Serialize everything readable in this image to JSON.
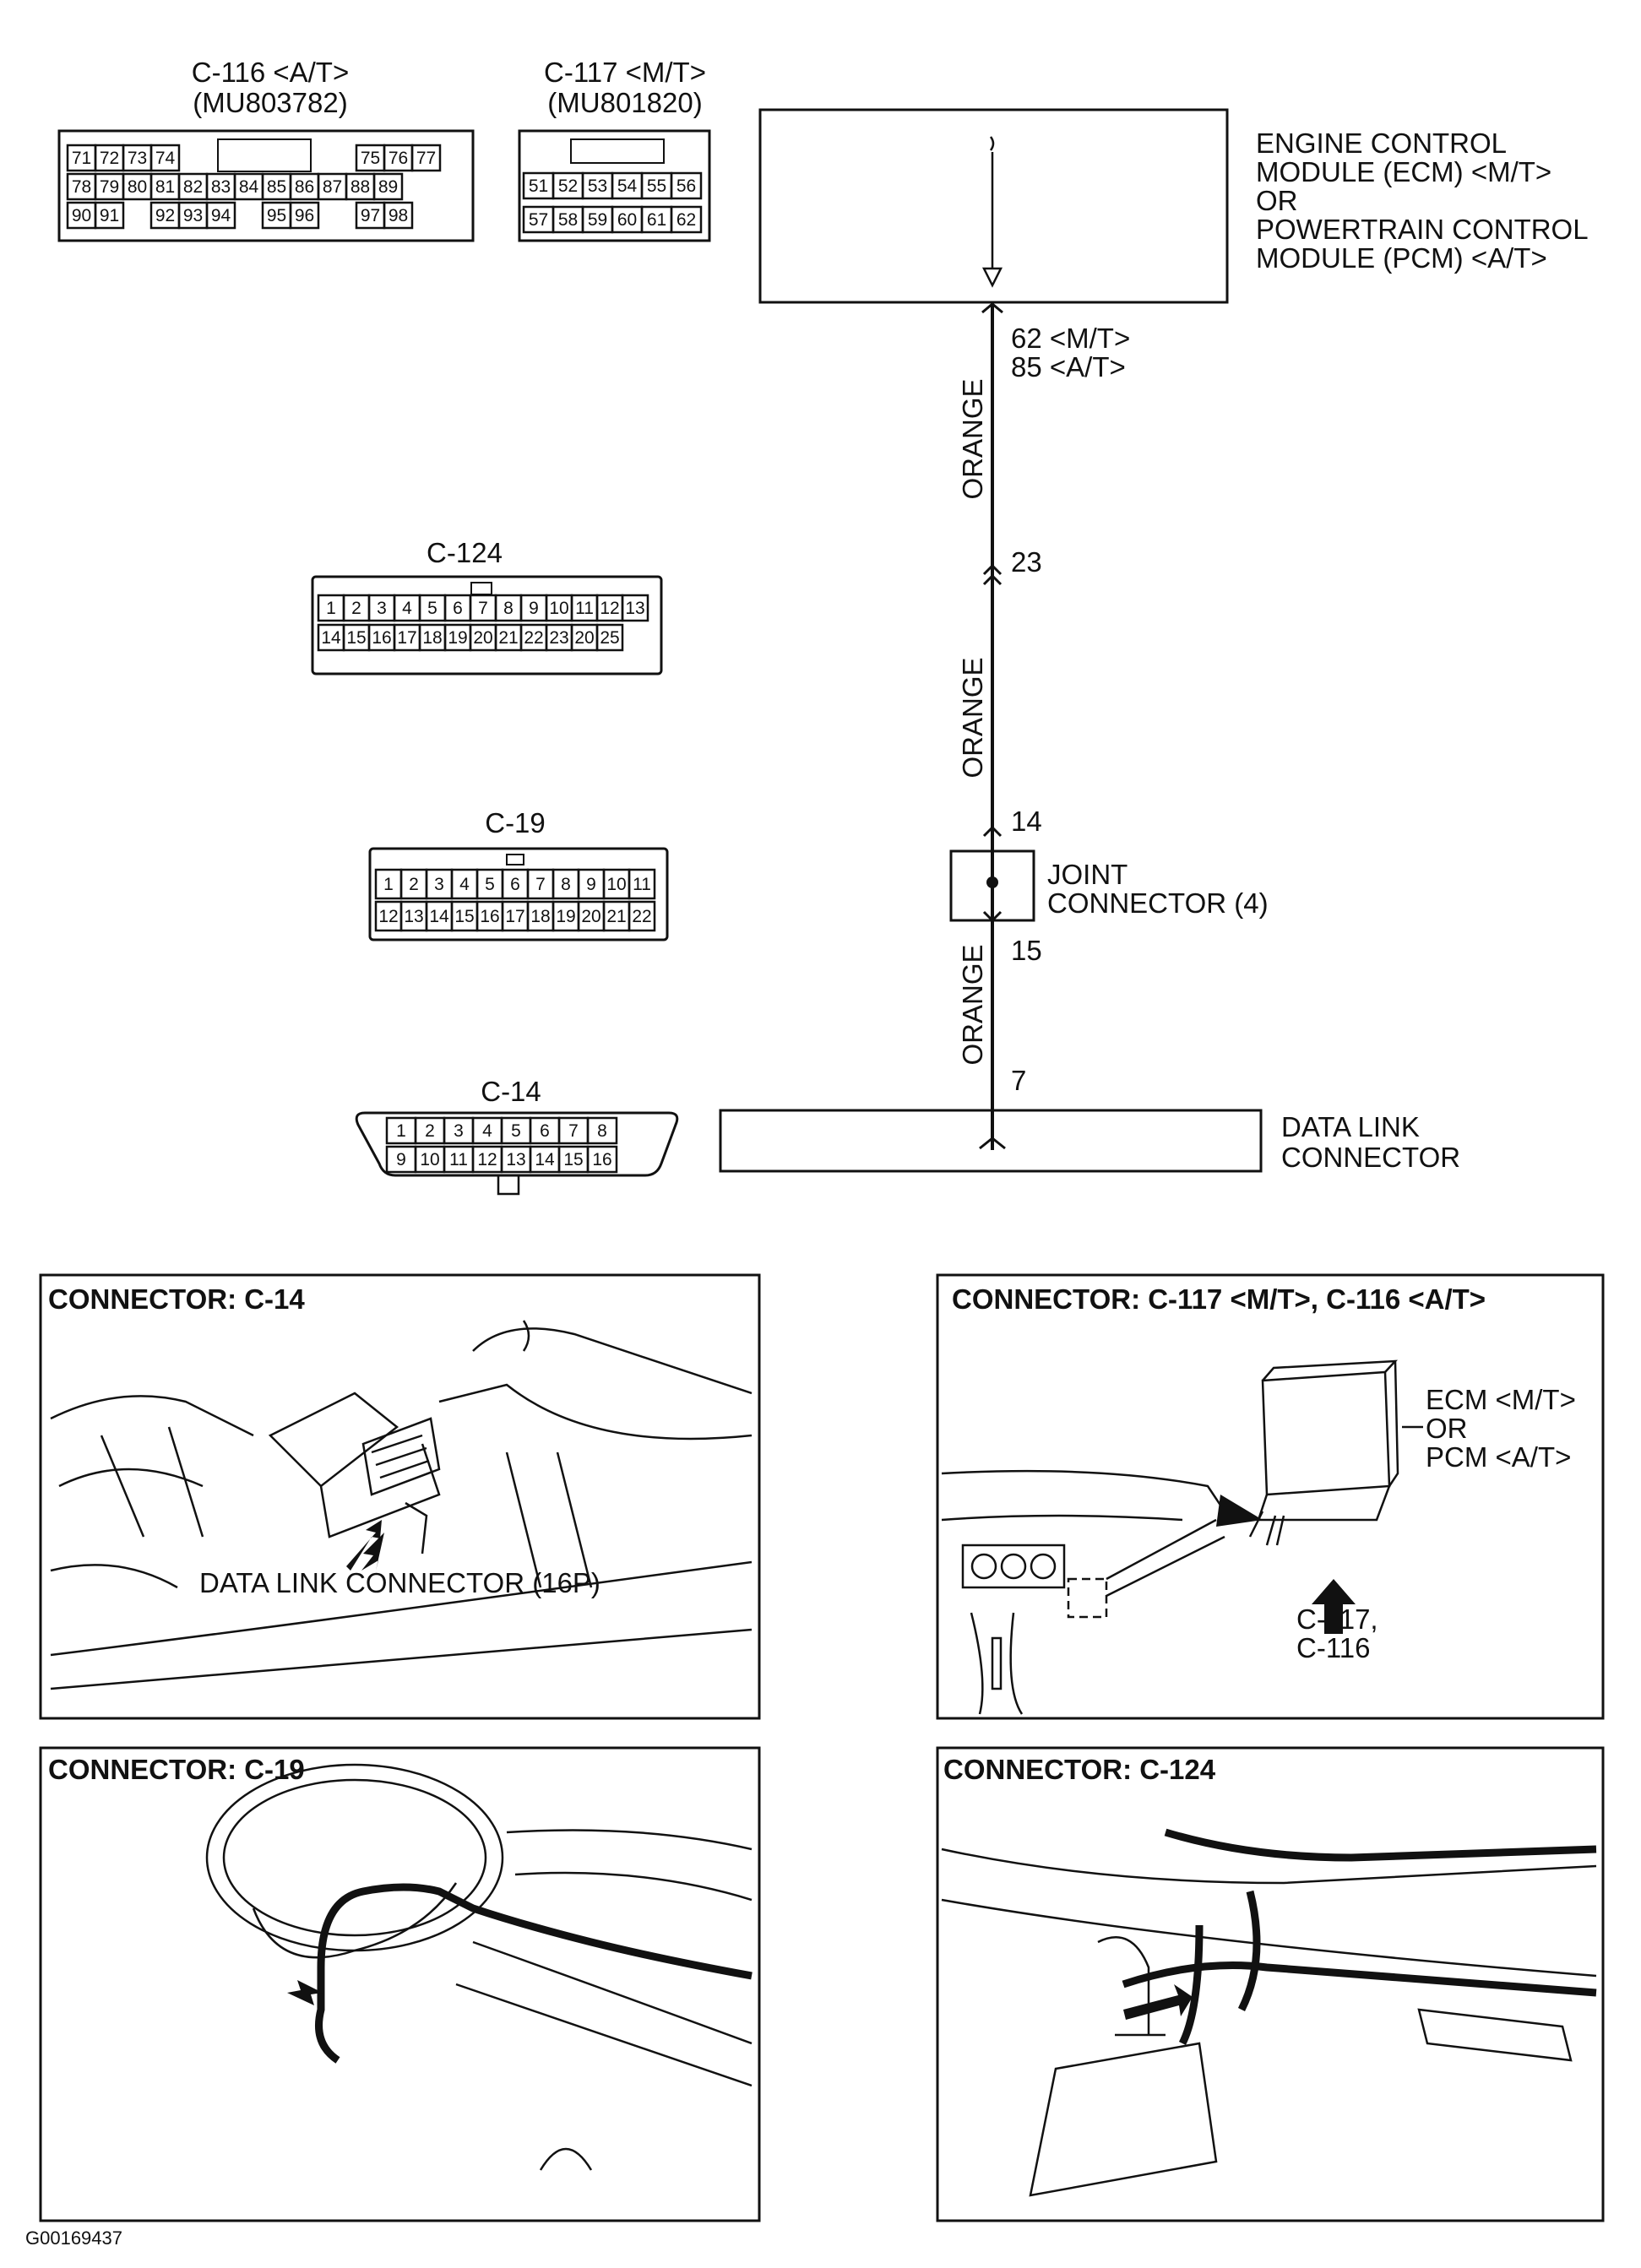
{
  "connectors_top": {
    "c116": {
      "label": "C-116 <A/T>",
      "part": "(MU803782)",
      "row1": [
        "71",
        "72",
        "73",
        "74",
        "75",
        "76",
        "77"
      ],
      "row2": [
        "78",
        "79",
        "80",
        "81",
        "82",
        "83",
        "84",
        "85",
        "86",
        "87",
        "88",
        "89"
      ],
      "row3": [
        "90",
        "91",
        "92",
        "93",
        "94",
        "95",
        "96",
        "97",
        "98"
      ]
    },
    "c117": {
      "label": "C-117 <M/T>",
      "part": "(MU801820)",
      "row1": [
        "51",
        "52",
        "53",
        "54",
        "55",
        "56"
      ],
      "row2": [
        "57",
        "58",
        "59",
        "60",
        "61",
        "62"
      ]
    }
  },
  "c124": {
    "label": "C-124",
    "row1": [
      "1",
      "2",
      "3",
      "4",
      "5",
      "6",
      "7",
      "8",
      "9",
      "10",
      "11",
      "12",
      "13"
    ],
    "row2": [
      "14",
      "15",
      "16",
      "17",
      "18",
      "19",
      "20",
      "21",
      "22",
      "23",
      "20",
      "25"
    ]
  },
  "c19": {
    "label": "C-19",
    "row1": [
      "1",
      "2",
      "3",
      "4",
      "5",
      "6",
      "7",
      "8",
      "9",
      "10",
      "11"
    ],
    "row2": [
      "12",
      "13",
      "14",
      "15",
      "16",
      "17",
      "18",
      "19",
      "20",
      "21",
      "22"
    ]
  },
  "c14": {
    "label": "C-14",
    "row1": [
      "1",
      "2",
      "3",
      "4",
      "5",
      "6",
      "7",
      "8"
    ],
    "row2": [
      "9",
      "10",
      "11",
      "12",
      "13",
      "14",
      "15",
      "16"
    ]
  },
  "ecm": {
    "line1": "ENGINE CONTROL",
    "line2": "MODULE (ECM) <M/T>",
    "line3": "OR",
    "line4": "POWERTRAIN CONTROL",
    "line5": "MODULE (PCM) <A/T>"
  },
  "wire": {
    "pin_ecm_mt": "62 <M/T>",
    "pin_ecm_at": "85 <A/T>",
    "color1": "ORANGE",
    "pin_23": "23",
    "color2": "ORANGE",
    "pin_14": "14",
    "joint_line1": "JOINT",
    "joint_line2": "CONNECTOR (4)",
    "pin_15": "15",
    "color3": "ORANGE",
    "pin_7": "7"
  },
  "dlc": {
    "line1": "DATA LINK",
    "line2": "CONNECTOR"
  },
  "panels": {
    "p_c14": {
      "title": "CONNECTOR: C-14",
      "caption": "DATA LINK CONNECTOR (16P)"
    },
    "p_c117": {
      "title": "CONNECTOR: C-117 <M/T>, C-116 <A/T>",
      "ecm1": "ECM <M/T>",
      "ecm2": "OR",
      "ecm3": "PCM <A/T>",
      "pin1": "C-117,",
      "pin2": "C-116"
    },
    "p_c19": {
      "title": "CONNECTOR: C-19"
    },
    "p_c124": {
      "title": "CONNECTOR: C-124"
    }
  },
  "figure_id": "G00169437"
}
